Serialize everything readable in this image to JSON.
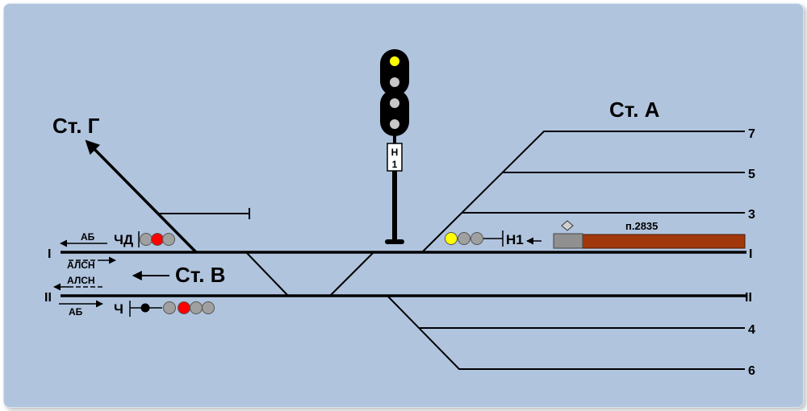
{
  "stations": {
    "st_g": "Ст. Г",
    "st_a": "Ст. А",
    "st_v": "Ст. В"
  },
  "main_tracks": {
    "track_1_left": "I",
    "track_1_right": "I",
    "track_2_left": "II",
    "track_2_right": "II"
  },
  "side_tracks": {
    "t7": "7",
    "t5": "5",
    "t3": "3",
    "t4": "4",
    "t6": "6"
  },
  "signals": {
    "chd": "ЧД",
    "ch": "Ч",
    "n1": "Н1",
    "mast_plate_top": "Н",
    "mast_plate_bottom": "1"
  },
  "blocking": {
    "ab_top": "АБ",
    "alsn_1": "АЛСН",
    "alsn_2": "АЛСН",
    "ab_bottom": "АБ"
  },
  "train": {
    "number": "п.2835"
  },
  "colors": {
    "background": "#b0c4de",
    "track": "#000000",
    "lamp_yellow": "#ffff00",
    "lamp_red": "#ff0000",
    "lamp_off": "#a0a0a0",
    "lamp_unlit_mast": "#c8c8c8",
    "train_body": "#a0380c",
    "locomotive": "#909090"
  }
}
